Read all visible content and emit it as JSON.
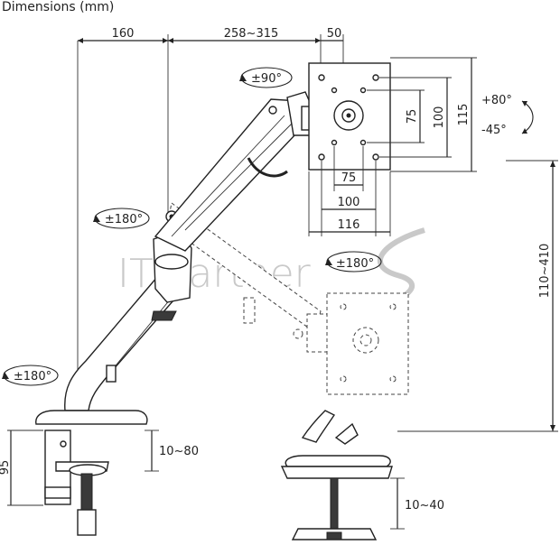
{
  "header": {
    "dimensions_label": "Dimensions (mm)"
  },
  "top_dims": {
    "arm_base": "160",
    "arm_reach": "258~315",
    "plate_offset": "50"
  },
  "rotations": {
    "plate_swivel": "±90°",
    "elbow_swivel": "±180°",
    "base_swivel": "±180°",
    "ghost_swivel": "±180°",
    "tilt_up": "+80°",
    "tilt_down": "-45°"
  },
  "vesa": {
    "h_inner": "75",
    "h_outer": "100",
    "h_plate": "116",
    "v_inner": "75",
    "v_outer": "100",
    "v_plate": "115"
  },
  "height_range": "110~410",
  "clamp": {
    "height": "95",
    "desk_clamp": "10~80",
    "grommet": "10~40"
  },
  "watermark": {
    "text": "IT Partner"
  }
}
